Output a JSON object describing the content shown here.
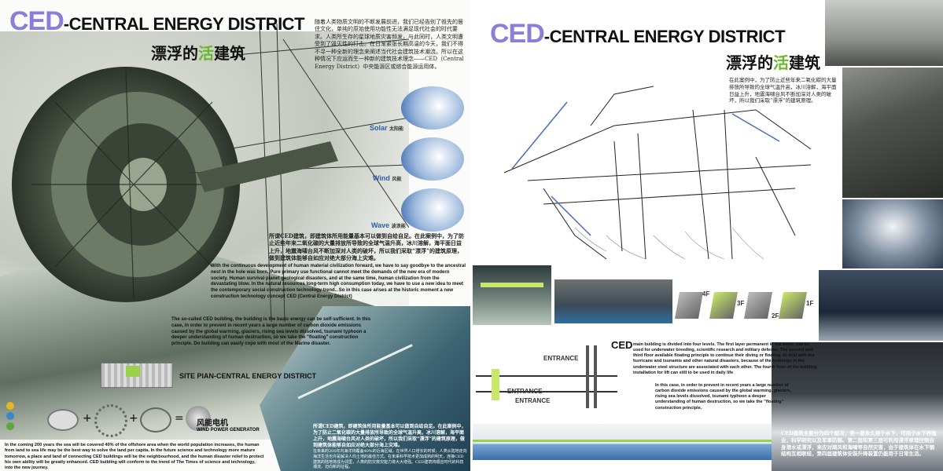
{
  "left": {
    "title_ced": "CED",
    "title_rest": "-CENTRAL ENERGY DISTRICT",
    "subtitle_a": "漂浮的",
    "subtitle_huo": "活",
    "subtitle_b": "建筑",
    "intro_cn": "随着人类物质文明的不断发展前进，我们已经告别了祖先的居住文化，单纯的原始使用功能性无法满足现代社会的时代要求。人类所生存的星球地质灾害频发，与此同时，人类文明遭受到了毁灭性的打击。在日渐紧张长期高温的今天，我们不得不寻一种全新的理念来阐述当代社会建筑技术潮流。所以在这种情况下应运而生一种新的建筑技术理念——CED（Central Energy District）中央能源区或综合能源运用体。",
    "energy_labels": [
      {
        "en": "Solar",
        "cn": "太阳能"
      },
      {
        "en": "Wind",
        "cn": "风能"
      },
      {
        "en": "Wave",
        "cn": "波浪能"
      }
    ],
    "mid_cn": "所谓CED建筑，即建筑体所用能量基本可以做到自给自足。在此案例中，为了防止近些年来二氧化碳的大量排放所导致的全球气温升高，冰川溶解，海平面日益上升，地震海啸台风不断加深对人类的破坏，所以我们采取“漂浮”的建筑原理，做到建筑体能够自如应对绝大部分海上灾难。",
    "para1": "With the continuous development of human material civilization forward, we have to say goodbye to the ancestral nest in the hole was born. Pure primary use functional cannot meet the demands of the new era of modern society. Human survival planet geological disasters, and at the same time, human civilization from the devastating blow. In the natural resources long-term high consumption today, we have to use a new idea to meet the contemporary social construction technology trend.. So in this case arises at the historic moment a new construction technology concept CED (Central Energy District)",
    "para2": "The so-called CED building, the building is the basic energy can be self-sufficient. In this case, in order to prevent in recent years a large number of carbon dioxide emissions caused by the global warming, glaciers, rising sea levels dissolved, tsunami typhoon a deeper understanding of human destruction, so we take the \"floating\" construction principle. Do building can easily cope with most of the Marine disaster.",
    "site_plan": "SITE PIAN-CENTRAL ENERGY DISTRICT",
    "wind_cn": "风能电机",
    "wind_en": "WIND POWER GENERATOR",
    "bottom_en": "In the coming 200 years the sea will be covered 40% of the offshore area when the world population increases, the human from land to sea life may be the best way to solve the land per capita. In the future science and technology more mature tomorrow, a place and land of connecting CED buildings will be the neighbourhood, and the human disaster relief to protect his own ability will be greatly enhanced. CED building will conform to the trend of The Times of science and technology, into the new journey.",
    "bottom_cn_1": "所谓CED建筑，即建筑体所用能量基本可以做到自给自足。在此案例中，为了防止二氧化碳的大量排放所导致的全球气温升高，冰川溶解，海平面上升，地震海啸台风对人类的破坏，所以我们采取“漂浮”的建筑原理，做到建筑体能够自如应对绝大部分海上灾难。",
    "bottom_cn_2": "在未来的200年内海洋将覆盖40%的近海区域，在世界人口增长的时候，人类从陆地走向海洋生活也许是解决人均土地的最佳方式。在未来科学技术更加成熟的明天，连接CED建筑的陆地将成为邻里，人类的防灾救灾能力将大大增强。CED建筑将顺应时代的科技潮流，迈向新的征程。"
  },
  "right": {
    "title_ced": "CED",
    "title_rest": "-CENTRAL ENERGY DISTRICT",
    "subtitle_a": "漂浮的",
    "subtitle_huo": "活",
    "subtitle_b": "建筑",
    "intro_cn": "在此案例中，为了防止近些年来二氧化碳的大量排放所导致的全球气温升高，冰川溶解，海平面日益上升，地震海啸台风不断加深对人类的破坏，所以我们采取“漂浮”的建筑原理。",
    "entrance": [
      "ENTRANCE",
      "ENTRANCE",
      "ENTRANCE"
    ],
    "floors": [
      "4F",
      "3F",
      "2F",
      "1F"
    ],
    "ced_mark": "CED",
    "para1": "main building is divided into four levels. The first layer permanent in the water, can be used for underwater breeding, scientific research and military defense. The second and third floor available floating principle to continue their diving or floating, to deal with the hurricane and tsunamis and other natural disasters, because of the buildings in the underwater steel structure are associated with each other. The fourth floor of the building installation for lift can still to be used in daily life",
    "para2": "In this case, in order to prevent in recent years a large number of carbon dioxide emissions caused by the global warming, glaciers, rising sea levels dissolved, tsunami typhoon a deeper understanding of human destruction, so we take the \"floating\" construction principle.",
    "bottom_cn": "CED建筑主要分为四个层次，第一层永久居于水下，可用于水下养殖业，科学研究以及军事防御。第二层和第三层可利用漂浮原理控制自身潜水或漂浮，来应对飓风和海啸等自然灾害，由于建筑体在水下钢结构互相联结，第四层建筑体安装升降装置仍能用于日常生活。"
  },
  "colors": {
    "accent": "#8a7fd6",
    "green": "#6ab82a",
    "lime": "#c8e86a"
  }
}
